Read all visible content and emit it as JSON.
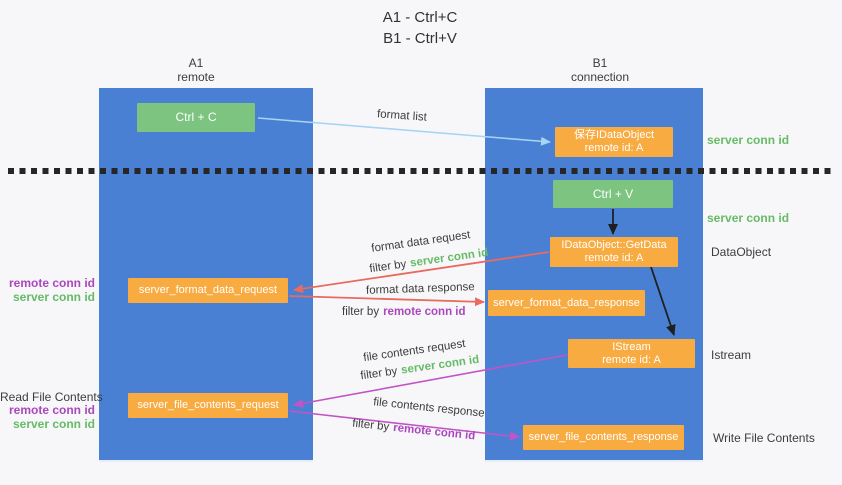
{
  "title": {
    "line1": "A1 - Ctrl+C",
    "line2": "B1 - Ctrl+V"
  },
  "columns": {
    "left": {
      "name": "A1",
      "role": "remote"
    },
    "right": {
      "name": "B1",
      "role": "connection"
    }
  },
  "nodes": {
    "ctrl_c": {
      "label": "Ctrl + C"
    },
    "save_idataobject": {
      "line1": "保存IDataObject",
      "line2": "remote id: A"
    },
    "ctrl_v": {
      "label": "Ctrl + V"
    },
    "getdata": {
      "line1": "IDataObject::GetData",
      "line2": "remote id: A"
    },
    "istream": {
      "line1": "IStream",
      "line2": "remote id: A"
    },
    "format_request": {
      "label": "server_format_data_request"
    },
    "format_response": {
      "label": "server_format_data_response"
    },
    "file_request": {
      "label": "server_file_contents_request"
    },
    "file_response": {
      "label": "server_file_contents_response"
    }
  },
  "flow_labels": {
    "format_list": "format list",
    "format_data_request": "format data request",
    "format_data_request_filter": {
      "prefix": "filter by",
      "value": "server conn id"
    },
    "format_data_response": "format data response",
    "format_data_response_filter": {
      "prefix": "filter by",
      "value": "remote conn id"
    },
    "file_contents_request": "file contents request",
    "file_contents_request_filter": {
      "prefix": "filter by",
      "value": "server conn id"
    },
    "file_contents_response": "file contents response",
    "file_contents_response_filter": {
      "prefix": "filter by",
      "value": "remote conn id"
    }
  },
  "side_labels": {
    "left_group1": {
      "remote": "remote conn id",
      "server": "server conn id"
    },
    "left_read": "Read File Contents",
    "left_group2": {
      "remote": "remote conn id",
      "server": "server conn id"
    },
    "right_server_conn_1": "server conn id",
    "right_server_conn_2": "server conn id",
    "right_dataobject": "DataObject",
    "right_istream": "Istream",
    "right_write": "Write File Contents"
  },
  "colors": {
    "column_blue": "#4a80d4",
    "node_green": "#7cc47f",
    "node_orange": "#f7ab41",
    "arrow_lightblue": "#a6d4f2",
    "arrow_red": "#e96a5e",
    "arrow_magenta": "#c254c6",
    "arrow_black": "#1f1f1f",
    "text_green": "#66bb66",
    "text_purple": "#ab47bc",
    "text_dark": "#3c3c3c"
  }
}
